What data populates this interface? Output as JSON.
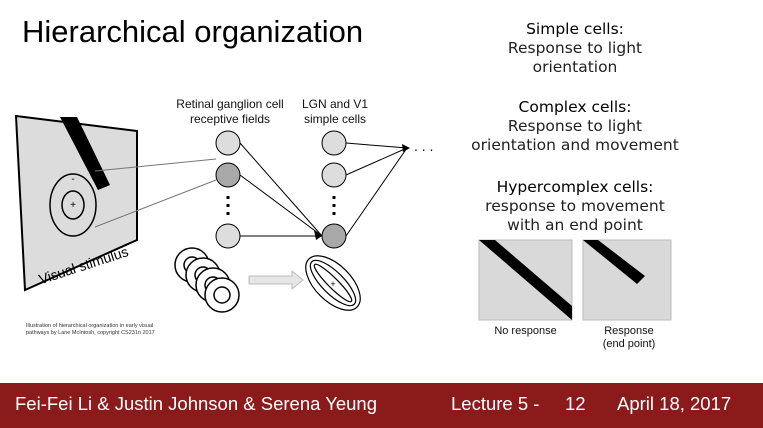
{
  "slide": {
    "title": "Hierarchical organization"
  },
  "cells": {
    "simple": {
      "heading": "Simple cells:",
      "line1": "Response to light",
      "line2": "orientation"
    },
    "complex": {
      "heading": "Complex cells:",
      "line1": "Response to light",
      "line2": "orientation and movement"
    },
    "hyper": {
      "heading": "Hypercomplex cells:",
      "line1": "response to movement",
      "line2": "with an end point"
    }
  },
  "diagram": {
    "rgc_label_1": "Retinal ganglion cell",
    "rgc_label_2": "receptive fields",
    "lgn_label_1": "LGN and V1",
    "lgn_label_2": "simple cells",
    "ellipsis": ". . .",
    "stimulus_label": "Visual stimulus",
    "plus": "+",
    "minus": "-",
    "caption_1": "Illustration of hierarchical organization in early visual",
    "caption_2": "pathways by Lane McIntosh, copyright CS231n 2017"
  },
  "responses": {
    "no_response": "No response",
    "response_1": "Response",
    "response_2": "(end point)"
  },
  "footer": {
    "authors": "Fei-Fei Li & Justin Johnson & Serena Yeung",
    "lecture": "Lecture 5 -",
    "page": "12",
    "date": "April 18, 2017"
  },
  "colors": {
    "footer_bg": "#8b1a1a",
    "panel_gray": "#d9d9d9",
    "node_gray": "#dddddd",
    "node_dark": "#a8a8a8"
  }
}
